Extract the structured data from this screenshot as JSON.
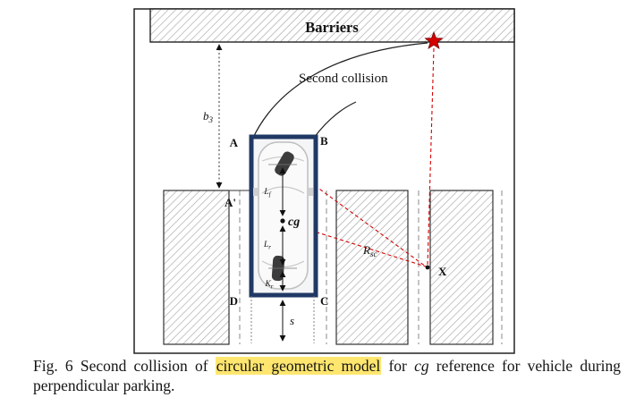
{
  "figure": {
    "barriers_label": "Barriers",
    "second_collision_label": "Second collision",
    "points": {
      "a": "A",
      "b": "B",
      "a_prime": "A'",
      "d": "D",
      "c": "C",
      "x": "X",
      "cg": "cg"
    },
    "dimensions": {
      "b3": {
        "base": "b",
        "sub": "3"
      },
      "lf": {
        "base": "L",
        "sub": "f"
      },
      "lr": {
        "base": "L",
        "sub": "r"
      },
      "kr": {
        "base": "K",
        "sub": "r"
      },
      "s": "s",
      "rsc": {
        "base": "R",
        "sub": "sc"
      }
    },
    "colors": {
      "collision_red": "#d40000",
      "vehicle_blue": "#1f3864",
      "caption_highlight": "#ffe66e"
    }
  },
  "caption": {
    "part1": "Fig. 6 Second collision of ",
    "highlight": "circular geometric model",
    "part2": " for ",
    "italic_term": "cg",
    "part3": " reference for vehicle during perpendicular parking."
  }
}
